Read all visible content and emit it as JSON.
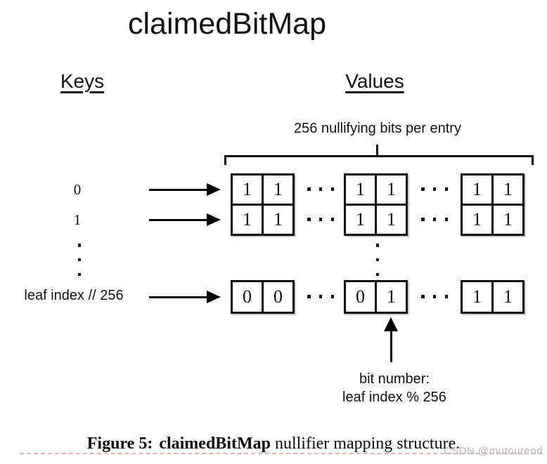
{
  "title": "claimedBitMap",
  "headers": {
    "keys": "Keys",
    "values": "Values"
  },
  "bracket": {
    "label": "256 nullifying bits per entry"
  },
  "map": {
    "rows": [
      {
        "key": "0",
        "groups": [
          [
            "1",
            "1"
          ],
          [
            "1",
            "1"
          ],
          [
            "1",
            "1"
          ]
        ]
      },
      {
        "key": "1",
        "groups": [
          [
            "1",
            "1"
          ],
          [
            "1",
            "1"
          ],
          [
            "1",
            "1"
          ]
        ]
      },
      {
        "key": "leaf index // 256",
        "groups": [
          [
            "0",
            "0"
          ],
          [
            "0",
            "1"
          ],
          [
            "1",
            "1"
          ]
        ],
        "highlighted_cell": {
          "group": 1,
          "cell": 1,
          "value": "1",
          "color": "#2e9e44"
        }
      }
    ]
  },
  "pointer": {
    "line1": "bit number:",
    "line2": "leaf index % 256"
  },
  "caption": {
    "figure_label": "Figure 5:",
    "term": "claimedBitMap",
    "text": "nullifier mapping structure."
  },
  "watermark": "CSDN @mutourend",
  "colors": {
    "text": "#111111",
    "highlight_green": "#2e9e44",
    "box_border": "#0d0d0d",
    "watermark_gray": "#b7b7b7",
    "underline_red": "#e39a9a"
  }
}
